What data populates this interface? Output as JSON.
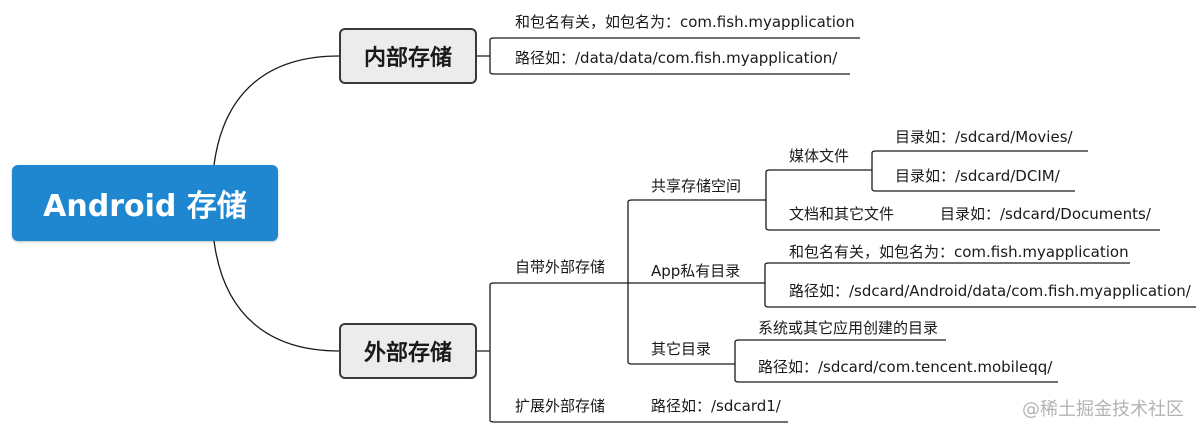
{
  "root": {
    "label": "Android 存储"
  },
  "internal": {
    "label": "内部存储",
    "items": [
      "和包名有关，如包名为：com.fish.myapplication",
      "路径如：/data/data/com.fish.myapplication/"
    ]
  },
  "external": {
    "label": "外部存储",
    "builtin": {
      "label": "自带外部存储",
      "shared": {
        "label": "共享存储空间",
        "media": {
          "label": "媒体文件",
          "items": [
            "目录如：/sdcard/Movies/",
            "目录如：/sdcard/DCIM/"
          ]
        },
        "docs": {
          "label": "文档和其它文件",
          "item": "目录如：/sdcard/Documents/"
        }
      },
      "private": {
        "label": "App私有目录",
        "items": [
          "和包名有关，如包名为：com.fish.myapplication",
          "路径如：/sdcard/Android/data/com.fish.myapplication/"
        ]
      },
      "other": {
        "label": "其它目录",
        "items": [
          "系统或其它应用创建的目录",
          "路径如：/sdcard/com.tencent.mobileqq/"
        ]
      }
    },
    "expansion": {
      "label": "扩展外部存储",
      "item": "路径如：/sdcard1/"
    }
  },
  "watermark": "@稀土掘金技术社区",
  "colors": {
    "root": "#1f86d0",
    "line": "#1a1a1a",
    "mainFill": "#ececec"
  }
}
